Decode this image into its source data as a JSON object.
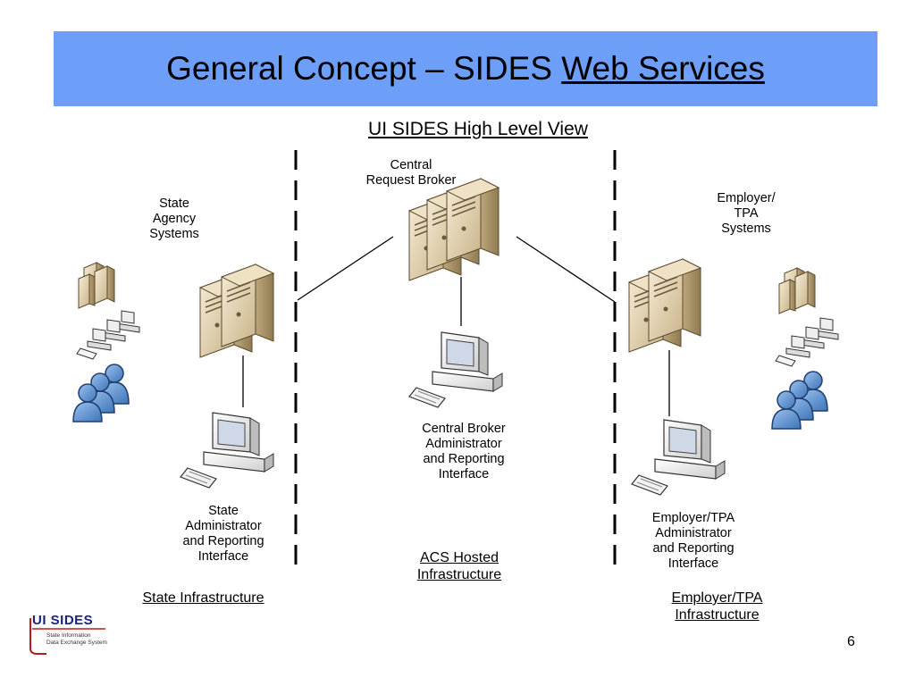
{
  "header": {
    "title_main": "General Concept – SIDES ",
    "title_link": "Web Services",
    "color": "#6d9ef8"
  },
  "diagram": {
    "subtitle": "UI SIDES High Level View",
    "nodes": {
      "central_broker": "Central\nRequest Broker",
      "state_agency": "State\nAgency\nSystems",
      "employer_tpa": "Employer/\nTPA\nSystems",
      "central_admin": "Central Broker\nAdministrator\nand Reporting\nInterface",
      "state_admin": "State\nAdministrator\nand Reporting\nInterface",
      "employer_admin": "Employer/TPA\nAdministrator\nand Reporting\nInterface"
    },
    "zones": {
      "state": "State Infrastructure",
      "acs": "ACS Hosted\nInfrastructure",
      "employer": "Employer/TPA\nInfrastructure"
    },
    "icons": {
      "server": "server-icon",
      "workstation": "workstation-icon",
      "users": "users-icon"
    }
  },
  "footer": {
    "logo": "UI SIDES",
    "logo_sub": "State Information\nData Exchange System",
    "page_number": "6"
  }
}
